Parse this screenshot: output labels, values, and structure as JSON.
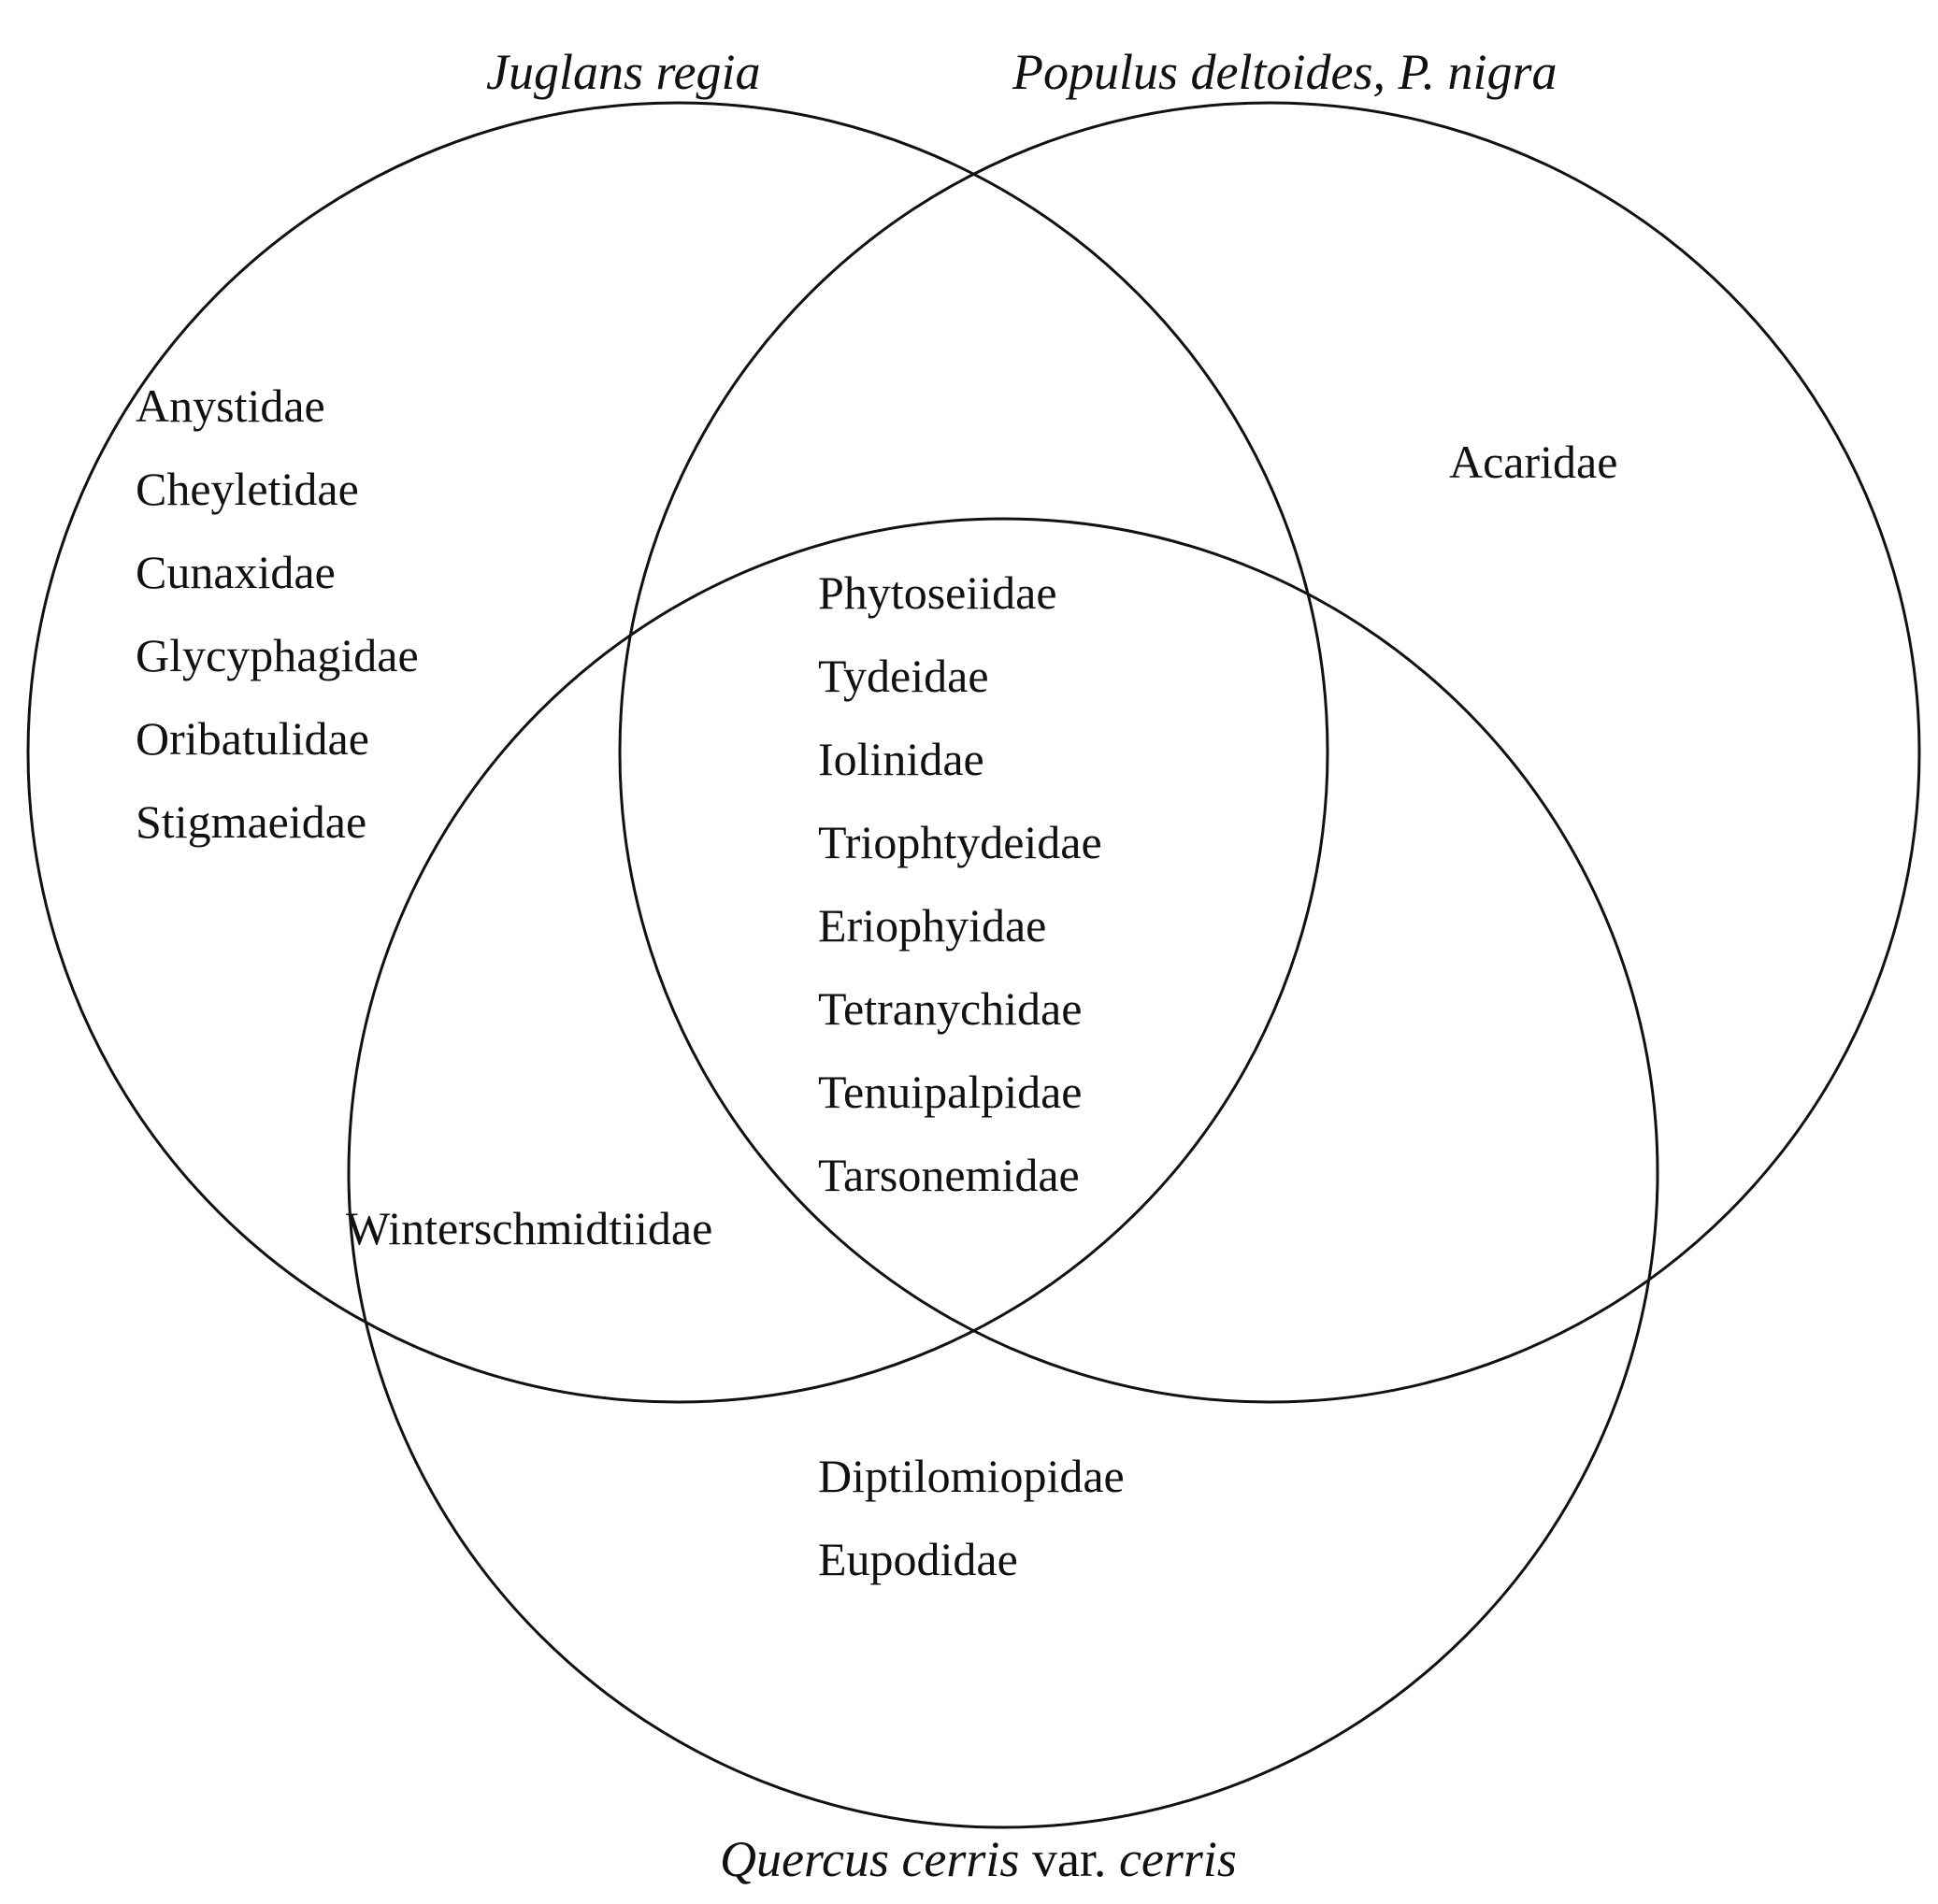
{
  "diagram": {
    "type": "venn",
    "colors": {
      "stroke": "#111111",
      "background": "#ffffff",
      "text": "#111111"
    },
    "sets": {
      "juglans": {
        "label": "Juglans regia"
      },
      "populus": {
        "label": "Populus deltoides, P. nigra"
      },
      "quercus": {
        "label_part1": "Quercus cerris",
        "label_part2": " var. ",
        "label_part3": "cerris"
      }
    },
    "regions": {
      "juglans_only": [
        "Anystidae",
        "Cheyletidae",
        "Cunaxidae",
        "Glycyphagidae",
        "Oribatulidae",
        "Stigmaeidae"
      ],
      "populus_only": [
        "Acaridae"
      ],
      "all_three": [
        "Phytoseiidae",
        "Tydeidae",
        "Iolinidae",
        "Triophtydeidae",
        "Eriophyidae",
        "Tetranychidae",
        "Tenuipalpidae",
        "Tarsonemidae"
      ],
      "juglans_quercus": [
        "Winterschmidtiidae"
      ],
      "quercus_only": [
        "Diptilomiopidae",
        "Eupodidae"
      ]
    }
  }
}
